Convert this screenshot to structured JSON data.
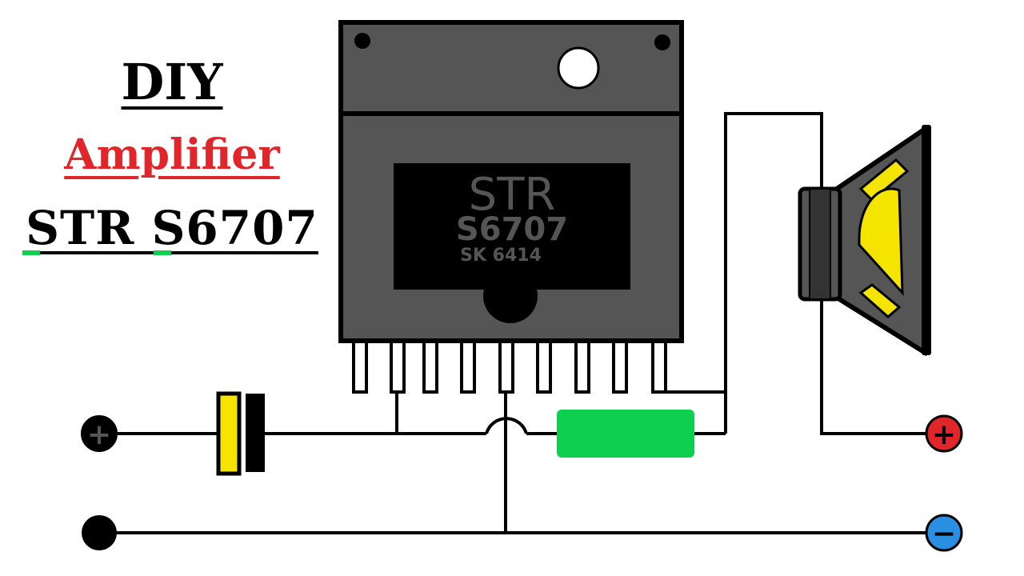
{
  "title": {
    "line1": "DIY",
    "line2": "Amplifier",
    "line3": "STR S6707"
  },
  "chip": {
    "brand": "STR",
    "model": "S6707",
    "code": "SK 6414",
    "pin_count": 9
  },
  "terminals": {
    "input_positive": "+",
    "output_positive": "+",
    "output_negative": "−"
  },
  "colors": {
    "title_accent": "#e0252b",
    "chip_body": "#555555",
    "capacitor": "#f4e400",
    "resistor": "#0fcf4f",
    "speaker_cone": "#f4e400",
    "terminal_positive": "#e0252b",
    "terminal_negative": "#2a8fe0"
  }
}
